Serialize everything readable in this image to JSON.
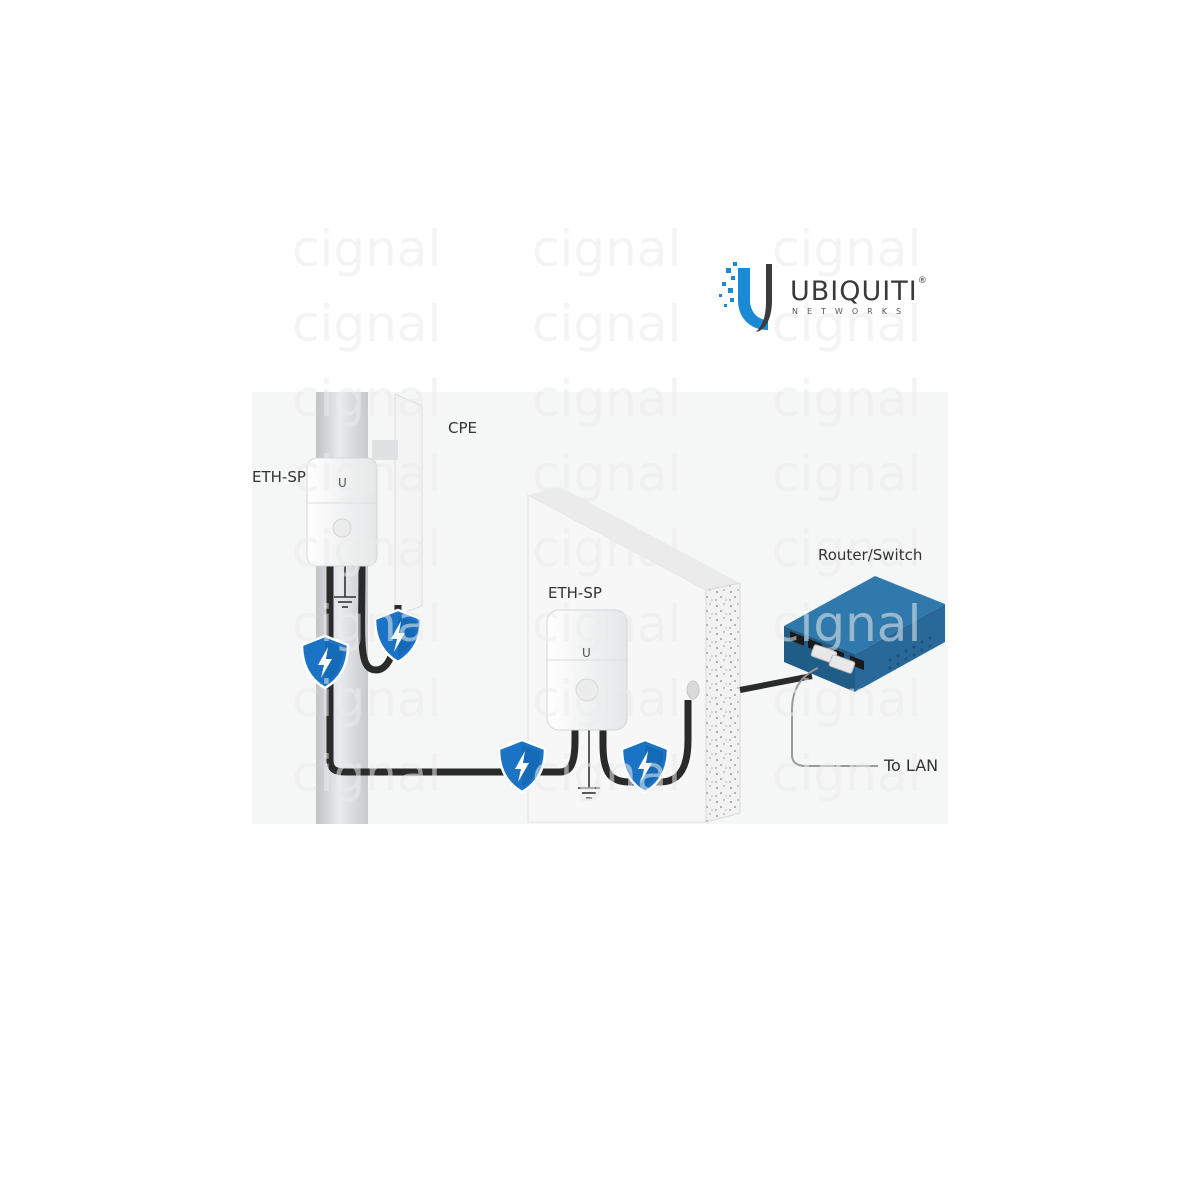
{
  "logo": {
    "name": "UBIQUITI",
    "registered": "®",
    "subtitle": "NETWORKS"
  },
  "watermark": {
    "text": "cignal"
  },
  "labels": {
    "cpe": "CPE",
    "eth_sp_pole": "ETH-SP",
    "eth_sp_wall": "ETH-SP",
    "router_switch": "Router/Switch",
    "to_lan": "To LAN"
  },
  "device_mark": "U",
  "colors": {
    "shield": "#1a73c4",
    "shield_dark": "#0d5aa3",
    "router": "#2c6f9e",
    "router_dark": "#1d5479",
    "cable": "#2a2a2a",
    "pole": "#d6d9dc",
    "brand_blue": "#1a8ad4"
  },
  "icons": [
    "shield-lightning-icon",
    "ground-symbol-icon",
    "ubiquiti-logo-icon"
  ]
}
